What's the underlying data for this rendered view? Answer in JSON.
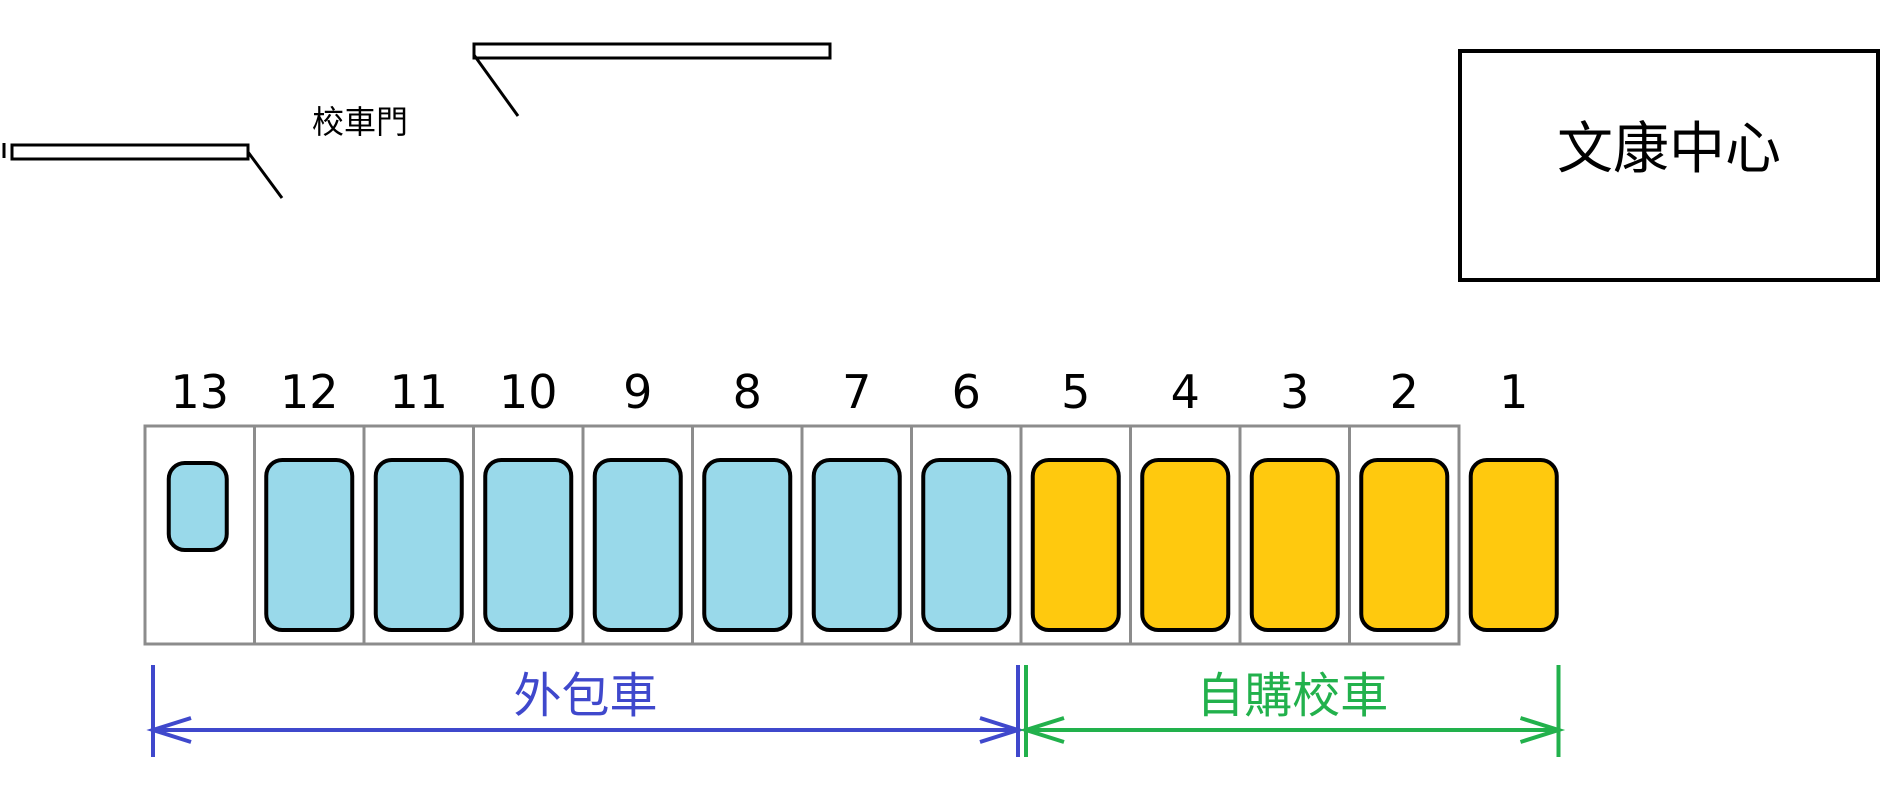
{
  "gate_label": "校車門",
  "building_label": "文康中心",
  "slots": [
    {
      "number": "13",
      "type": "contract",
      "small": true
    },
    {
      "number": "12",
      "type": "contract",
      "small": false
    },
    {
      "number": "11",
      "type": "contract",
      "small": false
    },
    {
      "number": "10",
      "type": "contract",
      "small": false
    },
    {
      "number": "9",
      "type": "contract",
      "small": false
    },
    {
      "number": "8",
      "type": "contract",
      "small": false
    },
    {
      "number": "7",
      "type": "contract",
      "small": false
    },
    {
      "number": "6",
      "type": "contract",
      "small": false
    },
    {
      "number": "5",
      "type": "owned",
      "small": false
    },
    {
      "number": "4",
      "type": "owned",
      "small": false
    },
    {
      "number": "3",
      "type": "owned",
      "small": false
    },
    {
      "number": "2",
      "type": "owned",
      "small": false
    },
    {
      "number": "1",
      "type": "owned",
      "small": false
    }
  ],
  "groups": {
    "contract": {
      "label": "外包車",
      "color": "#3f48cc"
    },
    "owned": {
      "label": "自購校車",
      "color": "#22b14c"
    }
  },
  "colors": {
    "contract_bus": "#99d9ea",
    "owned_bus": "#ffc90e",
    "lot_border": "#8c8c8c",
    "outline": "#000000"
  }
}
